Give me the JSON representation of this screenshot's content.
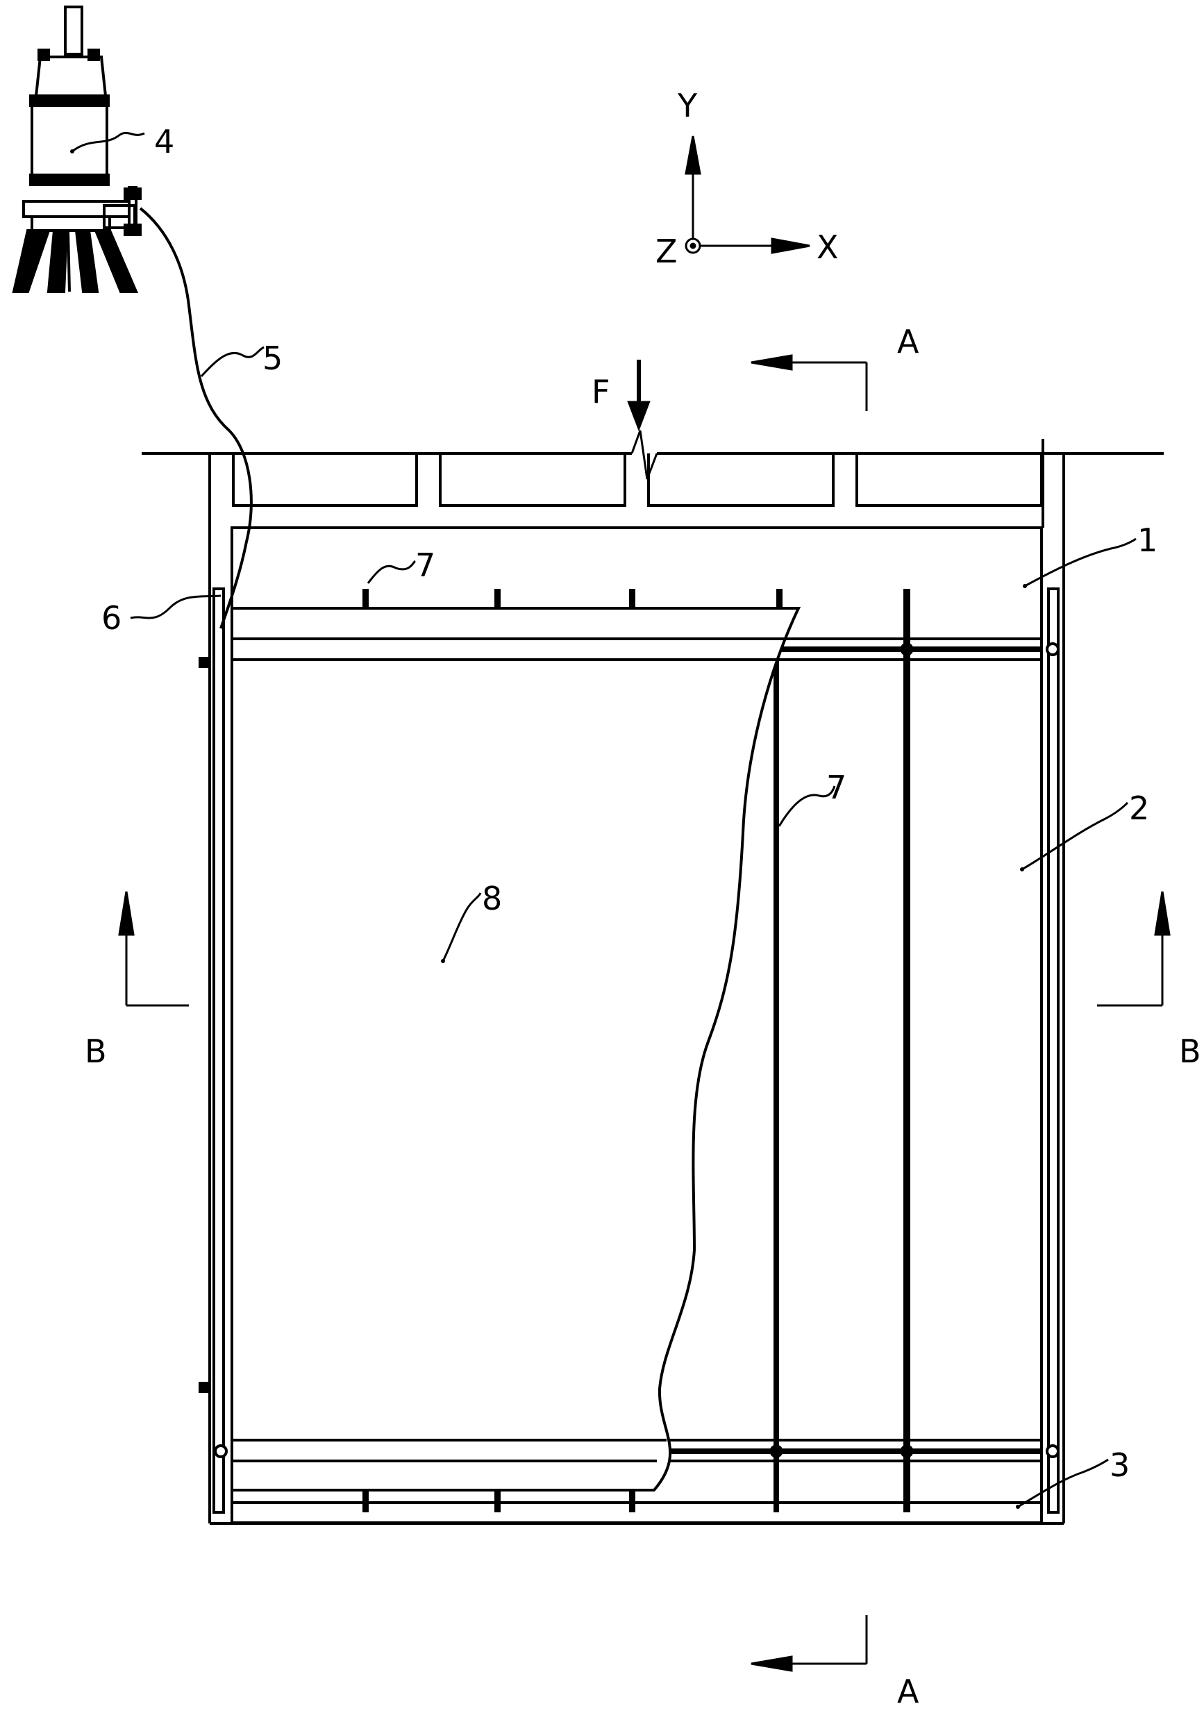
{
  "axes": {
    "x": "X",
    "y": "Y",
    "z": "Z"
  },
  "force": {
    "label": "F"
  },
  "sections": {
    "a_top": "A",
    "a_bottom": "A",
    "b_left": "B",
    "b_right": "B"
  },
  "callouts": {
    "c1": "1",
    "c2": "2",
    "c3": "3",
    "c4": "4",
    "c5": "5",
    "c6": "6",
    "c7a": "7",
    "c7b": "7",
    "c8": "8"
  },
  "colors": {
    "line": "#000000",
    "background": "#ffffff"
  }
}
